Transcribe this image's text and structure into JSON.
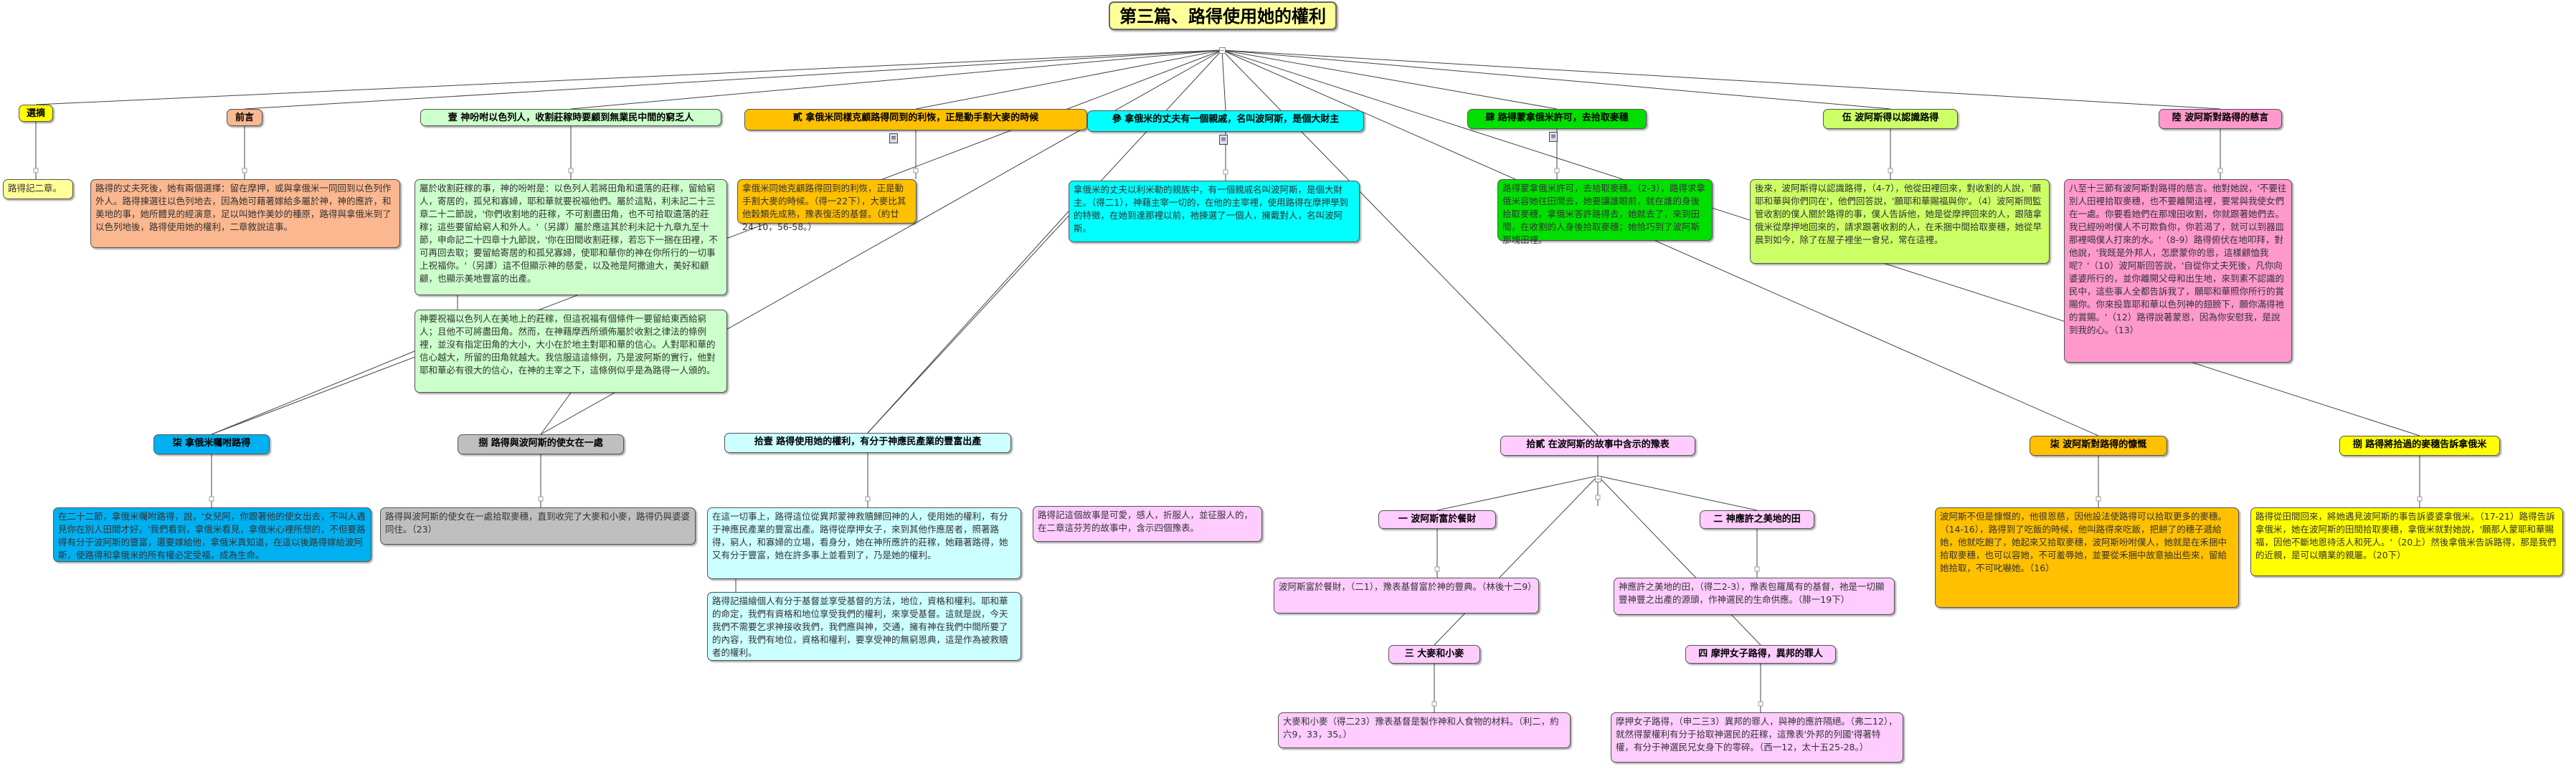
{
  "root": "第三篇、路得使用她的權利",
  "nodes": {
    "n_sel": "選摘",
    "n_pre": "前言",
    "n_1": "壹  神吩咐以色列人，收割莊稼時要顧到無業民中間的窮乏人",
    "n_2": "貳  拿俄米同樣克顧路得同到的利恢，正是動手割大麥的時候",
    "n_3": "參  拿俄米的丈夫有一個親戚，名叫波阿斯，是個大財主",
    "n_4": "肆  路得蒙拿俄米許可，去拾取麥穗",
    "n_5": "伍  波阿斯得以認識路得",
    "n_6": "陸  波阿斯對路得的慈言",
    "n_7": "柒  拿俄米囑咐路得",
    "n_8": "捌  路得與波阿斯的使女在一處",
    "n_9": "拾壹  路得使用她的權利，有分于神應民產業的豐富出產",
    "n_10": "拾貳  在波阿斯的故事中含示的豫表",
    "n_11": "柒  波阿斯對路得的慷慨",
    "n_12": "捌  路得將拾過的麥穗告訴拿俄米",
    "n_s1": "一  波阿斯富於餐財",
    "n_s2": "二  神應許之美地的田",
    "n_s3": "三  大麥和小麥",
    "n_s4": "四  摩押女子路得，異邦的罪人"
  },
  "bodies": {
    "b_sel": "路得記二章。",
    "b_pre": "路得的丈夫死後，她有兩個選擇：留在摩押，或與拿俄米一同回到以色列作外人。路得揀選往以色列地去，因為她可藉著嫁給多屬於神，神的應許，和美地的事，她所體見的經演意，足以叫她作美妙的種原，路得與拿俄米到了以色列地後，路得使用她的權利，二章敘說這事。",
    "b_1": "屬於收割莊稼的事，神的吩咐是：以色列人若將田角和遺落的莊稼，留給窮人，寄居的，孤兒和寡婦，耶和華就要祝福他們。屬於這點，利未記二十三章二十二節說，'你們收割地的莊稼，不可割盡田角，也不可拾取遺落的莊稼；這些要留給窮人和外人。'（另譯）屬於應這其於利未記十九章九至十節，申命記二十四章十九節說，'你在田間收割莊稼，若忘下一捆在田裡，不可再回去取；要留給寄居的和孤兒寡婦，使耶和華你的神在你所行的一切事上祝福你。'（另譯）這不但顯示神的慈愛，以及祂是阿撒迪大，美好和顧顧，也顯示美地豐富的出產。",
    "b_1b": "神要祝福以色列人在美地上的莊稼，但這祝福有個條件一要留給東西給窮人；且他不可將盡田角。然而，在神藉摩西所頒佈屬於收割之律法的條例裡，並沒有指定田角的大小，大小在於地主對耶和華的信心。人對耶和華的信心越大，所留的田角就越大。我信服這這條例，乃是波阿斯的實行，他對耶和華必有很大的信心，在神的主宰之下，這條例似乎是為路得一人頒的。",
    "b_2": "拿俄米同她克顧路得回到的利恢，正是動手割大麥的時候。（得一22下），大麥比其他穀類先成熟，豫表復活的基督。（約廿24-10，56-58。）",
    "b_3": "拿俄米的丈夫以利米勒的親族中，有一個親戚名叫波阿斯，是個大財主。（得二1），神藉主宰一切的，在他的主宰裡，使用路得在摩押學到的特徵，在她到達那裡以前，祂揀選了一個人，擁戴對人，名叫波阿斯。",
    "b_4": "路得蒙拿俄米許可，去拾取麥穗。（2-3），路得求拿俄米容她往田間去，她要讓誰眼前，就在誰的身後拾取麥穗，拿俄米答許路得去，她就去了，來到田間，在收割的人身後拾取麥穗；她恰巧到了波阿斯那塊田裡。",
    "b_5": "後來，波阿斯得以認識路得，（4-7），他從田裡回來，對收割的人說，'願耶和華與你們同在'，他們回答說，'願耶和華賜福與你'。（4）波阿斯問監管收割的僕人關於路得的事，僕人告訴他，她是從摩押回來的人，跟隨拿俄米從摩押地回來的，請求跟著收割的人，在禾捆中間拾取麥穗，她從早晨到如今，除了在屋子裡坐一會兒，常在這裡。",
    "b_6": "八至十三節有波阿斯對路得的慈言。他對她說，'不要往別人田裡拾取麥穗，也不要離開這裡，要常與我使女們在一處。你要看她們在那塊田收割，你就跟著她們去。我已經吩咐僕人不可欺負你，你若渴了，就可以到器皿那裡喝僕人打來的水。'（8-9）路得俯伏在地叩拜，對他說，'我既是外邦人，怎麼蒙你的恩，這樣顧恤我呢？'（10）波阿斯回答說，'自從你丈夫死後，凡你向婆婆所行的，並你離開父母和出生地，來到素不認識的民中，這些事人全都告訴我了，願耶和華照你所行的賞賜你。你來投靠耶和華以色列神的翅膀下，願你滿得祂的賞賜。'（12）路得說著蒙恩，因為你安慰我，是說到我的心。（13）",
    "b_7": "在二十二節，拿俄米囑咐路得，說，'女兒阿，你跟著他的使女出去，不叫人遇見你在別人田間才好。'我們看到，拿俄米看見，拿俄米心裡所想的，不但要路得有分于波阿斯的豐富，還要嫁給他，拿俄米真知道，在這以後路得嫁給波阿斯，使路得和拿俄米的所有權必定受福，成為生命。",
    "b_8": "路得與波阿斯的使女在一處拾取麥穗，直到收完了大麥和小麥，路得仍與婆婆同住。（23）",
    "b_9": "在這一切事上，路得這位從異邦蒙神救贖歸回神的人，使用她的權利，有分于神應民產業的豐富出產。路得從摩押女子，來到其他作應居者，照著路得，窮人，和寡婦的立場，看身分，她在神所應許的莊稼，她藉著路得，她又有分于豐富，她在許多事上並看到了，乃是她的權利。",
    "b_9b": "路得記描繪個人有分于基督並享受基督的方法，地位，資格和權利。耶和華的命定，我們有資格和地位享受我們的權利，來享受基督。這就是說，今天我們不需要乞求神接收我們，我們應與神，交通，擁有神在我們中間所要了的內容，我們有地位，資格和權利，要享受神的無窮恩典，這是作為被救贖者的權利。",
    "b_10": "路得記這個故事是可愛，感人，折服人，並征服人的，在二章這芬芳的故事中，含示四個豫表。",
    "b_11": "波阿斯不但是慷慨的，他很恩慈，因他設法使路得可以拾取更多的麥穗。（14-16），路得到了吃飯的時候，他叫路得來吃飯，把餅了的穗子遞給她，他就吃飽了，她起來又拾取麥穗，波阿斯吩咐僕人，她就是在禾捆中拾取麥穗，也可以容她，不可羞辱她，並要從禾捆中故意抽出些來，留給她拾取，不可叱嚇她。（16）",
    "b_12": "路得從田間回來，將她遇見波阿斯的事告訴婆婆拿俄米。（17-21）路得告訴拿俄米，她在波阿斯的田間拾取麥穗，拿俄米就對她說，'願那人蒙耶和華賜福，因他不斷地恩待活人和死人。'（20上）然後拿俄米告訴路得，那是我們的近親，是可以贖業的親屬。（20下）",
    "b_s1": "波阿斯富於餐財，（二1），豫表基督富於神的豐典。（林後十二9）",
    "b_s2": "神應許之美地的田，（得二2-3），豫表包羅萬有的基督，祂是一切顯豐神豐之出產的源頭，作神選民的生命供應。（腓一19下）",
    "b_s3": "大麥和小麥（得二23）豫表基督是製作神和人食物的材料。（利二，約六9，33，35。）",
    "b_s4": "摩押女子路得，（申二三3）異邦的罪人，與神的應許隔絕。（弗二12），就然得蒙權利有分于拾取神選民的莊稼，這豫表'外邦的列國'得著特權，有分于神選民兄女身下的零碎。（西一12，太十五25-28。）"
  },
  "colors": {
    "root": "#ffff99",
    "yellow": "#ffff00",
    "orange": "#ffc000",
    "peach": "#fbb78f",
    "lightgreen": "#ccffcc",
    "green": "#00e000",
    "lime": "#ccff66",
    "pink": "#ff99cc",
    "cyan": "#00ffff",
    "skyblue": "#00b0f0",
    "gray": "#bfbfbf",
    "lightcyan": "#ccffff",
    "lightpink": "#ffccff",
    "lightyellow": "#ffffcc"
  }
}
